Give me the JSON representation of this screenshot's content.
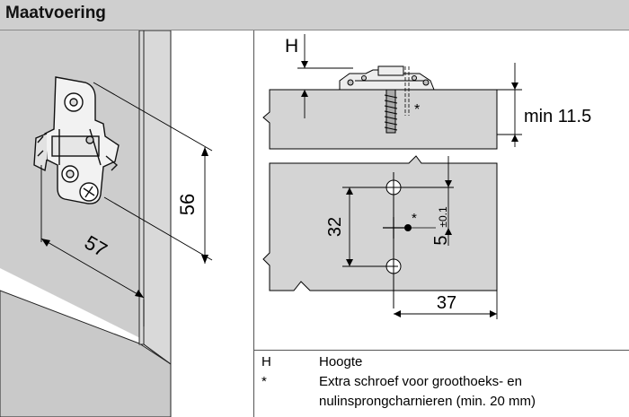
{
  "header": {
    "title": "Maatvoering"
  },
  "left_drawing": {
    "dim_height": "56",
    "dim_width": "57"
  },
  "right_drawing": {
    "label_h": "H",
    "screw_star": "*",
    "thickness": "min 11.5",
    "hole_spacing": "32",
    "offset_value": "5",
    "offset_tol": "±0.1",
    "center_star": "*",
    "edge_distance": "37"
  },
  "legend": {
    "rows": [
      {
        "symbol": "H",
        "text": "Hoogte"
      },
      {
        "symbol": "*",
        "text": "Extra schroef voor groothoeks- en"
      },
      {
        "symbol": "",
        "text": "nulinsprongcharnieren (min. 20 mm)"
      }
    ]
  },
  "colors": {
    "header_bg": "#cfcfcf",
    "panel_gray": "#d4d4d4",
    "cabinet_gray": "#cccccc",
    "line": "#000000"
  }
}
